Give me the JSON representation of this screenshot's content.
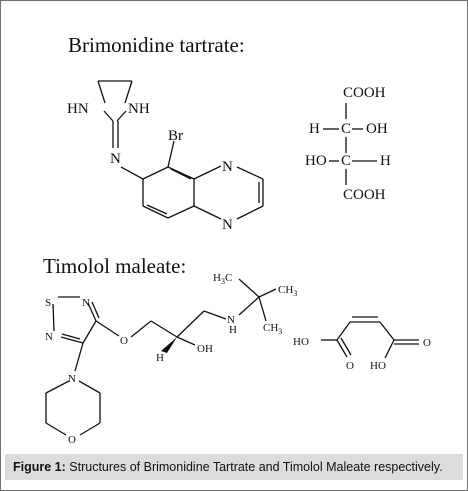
{
  "brimonidine": {
    "title": "Brimonidine tartrate:",
    "atoms": {
      "hn": "HN",
      "nh": "NH",
      "n_exo": "N",
      "br": "Br",
      "n1": "N",
      "n4": "N"
    }
  },
  "tartrate": {
    "cooh_top": "COOH",
    "row1_left": "H",
    "row1_c": "C",
    "row1_right": "OH",
    "row2_left": "HO",
    "row2_c": "C",
    "row2_right": "H",
    "cooh_bottom": "COOH"
  },
  "timolol": {
    "title": "Timolol maleate:",
    "atoms": {
      "s": "S",
      "n_top": "N",
      "n_left": "N",
      "n_morph": "N",
      "o_morph": "O",
      "o_ether": "O",
      "h": "H",
      "oh": "OH",
      "nh_n": "N",
      "nh_h": "H",
      "h3c": "H",
      "h3c_sub": "3",
      "h3c_c": "C",
      "ch3_top": "CH",
      "ch3_top_sub": "3",
      "ch3_bot": "CH",
      "ch3_bot_sub": "3"
    }
  },
  "maleate": {
    "ho": "HO",
    "o_left": "O",
    "o_right": "O",
    "ho_bottom": "HO"
  },
  "caption": {
    "label": "Figure 1:",
    "text": " Structures of Brimonidine Tartrate and Timolol Maleate respectively."
  }
}
